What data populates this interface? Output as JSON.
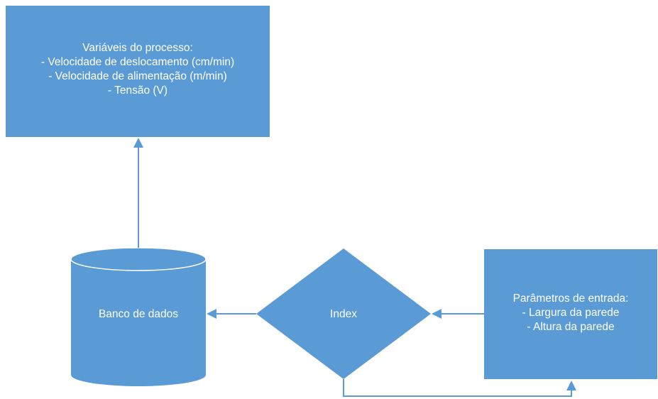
{
  "colors": {
    "fill": "#5b9bd5",
    "edge": "#4a86c0",
    "arrow": "#5b9bd5",
    "text": "#ffffff"
  },
  "process_vars": {
    "title": "Variáveis do processo:",
    "lines": [
      "- Velocidade de deslocamento (cm/min)",
      "- Velocidade de alimentação (m/min)",
      "- Tensão (V)"
    ]
  },
  "database": {
    "label": "Banco de dados"
  },
  "index": {
    "label": "Index"
  },
  "input_params": {
    "title": "Parâmetros de entrada:",
    "lines": [
      "- Largura da parede",
      "- Altura da parede"
    ]
  }
}
